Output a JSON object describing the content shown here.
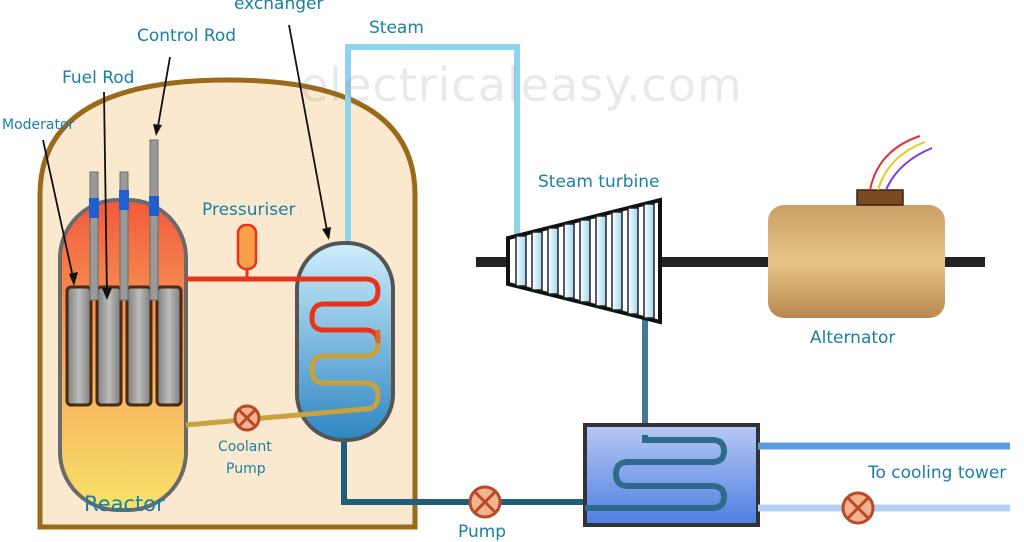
{
  "watermark": "electricaleasy.com",
  "labels": {
    "heat_exchanger": "exchanger",
    "steam": "Steam",
    "control_rod": "Control Rod",
    "fuel_rod": "Fuel Rod",
    "moderator": "Moderator",
    "pressuriser": "Pressuriser",
    "steam_turbine": "Steam turbine",
    "alternator": "Alternator",
    "coolant_pump_line1": "Coolant",
    "coolant_pump_line2": "Pump",
    "reactor": "Reactor",
    "pump": "Pump",
    "cooling_tower": "To cooling tower"
  },
  "colors": {
    "label_text": "#1a7fa6",
    "hot_loop": "#e8321a",
    "warm_loop": "#c8a23c",
    "steam_pipe": "#8fd3ee",
    "condensate_pipe": "#1f5e7a",
    "containment_border": "#9a6a1a",
    "containment_fill": "#fbe9cf",
    "cooling_water": "#5b9be0"
  }
}
